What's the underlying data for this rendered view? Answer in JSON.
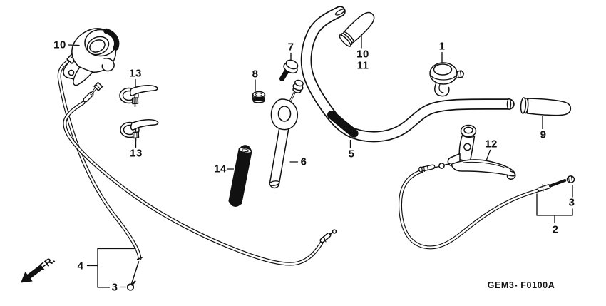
{
  "figure": {
    "drawing_code": "GEM3- F0100A",
    "front_marker": "FR."
  },
  "callouts": {
    "bell": "1",
    "brake_cable_assembly": "2",
    "adjuster_right": "3",
    "cable_end_left": "3",
    "cable_left": "4",
    "handlebar": "5",
    "stem": "6",
    "bolt": "7",
    "nut": "8",
    "grip_right": "9",
    "housing_top_left": "10",
    "grip_left_a": "10",
    "grip_left_b": "11",
    "brake_lever": "12",
    "clamp_upper": "13",
    "clamp_lower": "13",
    "spring_tube": "14"
  }
}
